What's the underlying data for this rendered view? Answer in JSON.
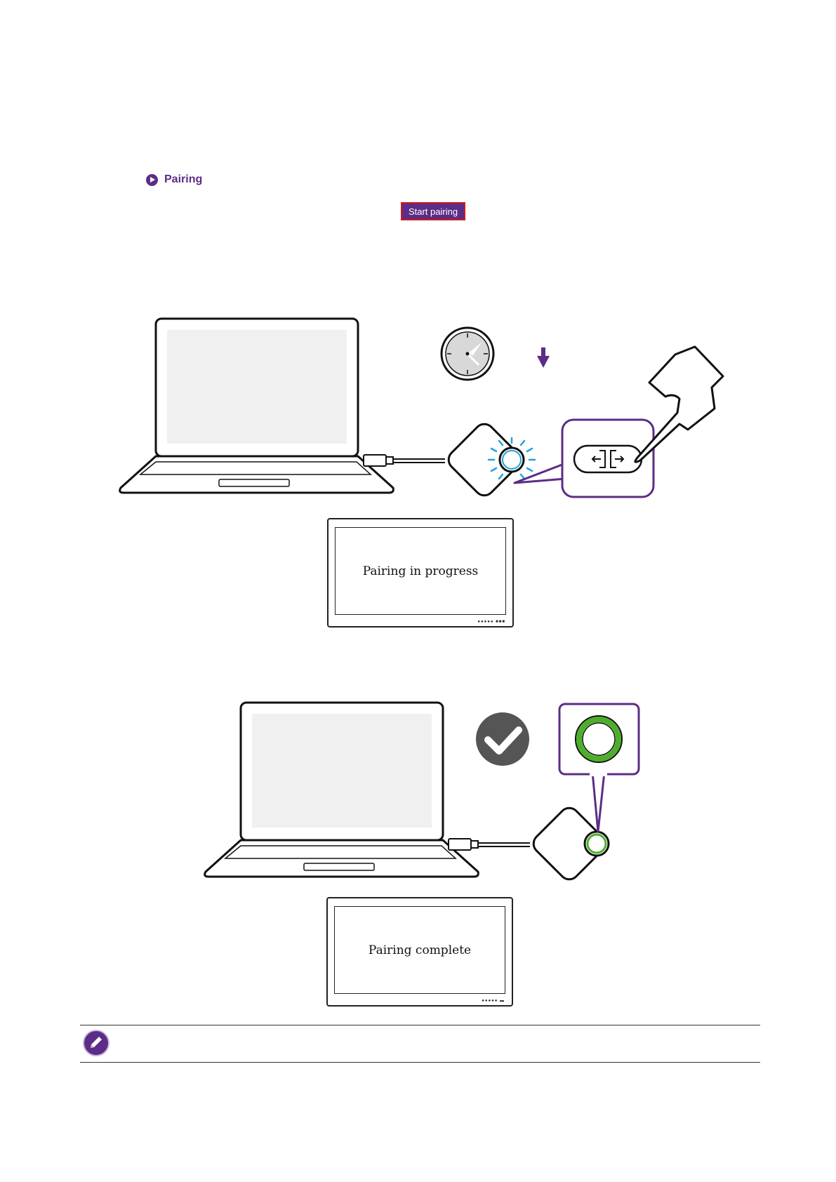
{
  "section": {
    "title": "Pairing",
    "play_icon": "play-circle-icon"
  },
  "buttons": {
    "start_pairing": "Start pairing"
  },
  "step1": {
    "tv_message": "Pairing in progress",
    "clock_icon": "clock-icon",
    "arrow_icon": "arrow-down-icon",
    "button_icon": "pair-button-icon",
    "hand_icon": "pointing-hand-icon"
  },
  "step2": {
    "tv_message": "Pairing complete",
    "check_icon": "checkmark-icon",
    "led_icon": "green-led-icon"
  },
  "note": {
    "icon": "pencil-icon"
  },
  "colors": {
    "accent": "#5b2d86",
    "button_border": "#d01818",
    "led_blue": "#1fa3dc",
    "led_green": "#4caf2a",
    "check_bg": "#555555"
  }
}
